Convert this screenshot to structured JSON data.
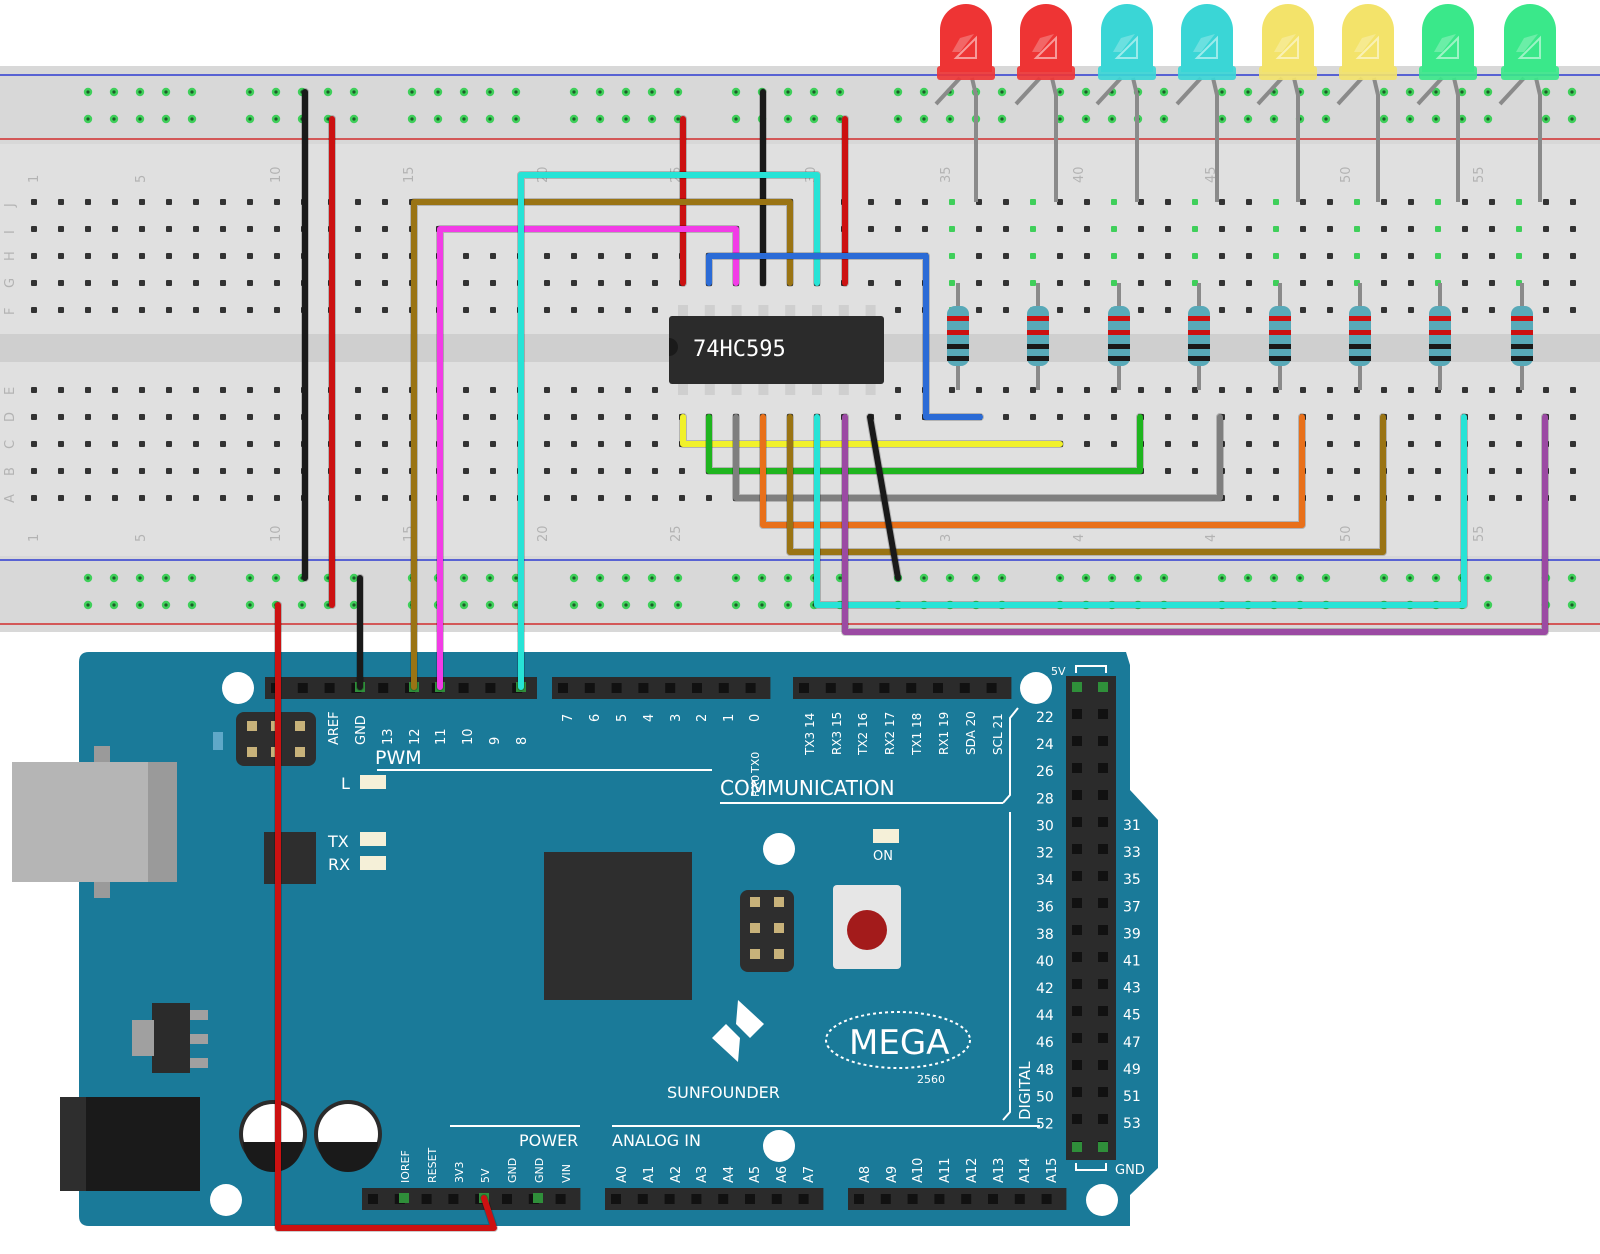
{
  "breadboard": {
    "col_labels": [
      "1",
      "5",
      "10",
      "15",
      "20",
      "25",
      "30",
      "35",
      "40",
      "45",
      "50",
      "55"
    ],
    "col_labels_bottom": [
      "1",
      "5",
      "10",
      "15",
      "20",
      "25",
      "3",
      "4",
      "4",
      "50",
      "55"
    ],
    "row_labels_top": [
      "J",
      "I",
      "H",
      "G",
      "F"
    ],
    "row_labels_bottom": [
      "E",
      "D",
      "C",
      "B",
      "A"
    ]
  },
  "chip": {
    "label": "74HC595"
  },
  "leds": {
    "colors": [
      "#ee3434",
      "#ee3434",
      "#3ad6d6",
      "#3ad6d6",
      "#f3e36a",
      "#f3e36a",
      "#3ae88a",
      "#3ae88a"
    ]
  },
  "wires": {
    "black": "#1a1a1a",
    "red": "#cc1111",
    "brown": "#9a7414",
    "magenta": "#f23ce6",
    "cyan": "#27e3d6",
    "blue": "#2b6bd6",
    "yellow": "#f1f12b",
    "green": "#1fb51f",
    "gray": "#7f7f7f",
    "orange": "#e8701a",
    "purple": "#9b4aa3"
  },
  "board": {
    "color": "#1a7a99",
    "digital_top": [
      "AREF",
      "GND",
      "13",
      "12",
      "11",
      "10",
      "9",
      "8"
    ],
    "digital_mid": [
      "7",
      "6",
      "5",
      "4",
      "3",
      "2",
      "1",
      "0"
    ],
    "comm_pins": [
      "TX3 14",
      "RX3 15",
      "TX2 16",
      "RX2 17",
      "TX1 18",
      "RX1 19",
      "SDA 20",
      "SCL 21"
    ],
    "tx0": "TX0",
    "rx0": "RX0",
    "pwm_label": "PWM",
    "communication_label": "COMMUNICATION",
    "l_label": "L",
    "tx_label": "TX",
    "rx_label": "RX",
    "on_label": "ON",
    "power_label": "POWER",
    "analog_label": "ANALOG IN",
    "power_pins": [
      "IOREF",
      "RESET",
      "3V3",
      "5V",
      "GND",
      "GND",
      "VIN"
    ],
    "analog_left": [
      "A0",
      "A1",
      "A2",
      "A3",
      "A4",
      "A5",
      "A6",
      "A7"
    ],
    "analog_right": [
      "A8",
      "A9",
      "A10",
      "A11",
      "A12",
      "A13",
      "A14",
      "A15"
    ],
    "right_left_col": [
      "22",
      "24",
      "26",
      "28",
      "30",
      "32",
      "34",
      "36",
      "38",
      "40",
      "42",
      "44",
      "46",
      "48",
      "50",
      "52"
    ],
    "right_right_col": [
      "31",
      "33",
      "35",
      "37",
      "39",
      "41",
      "43",
      "45",
      "47",
      "49",
      "51",
      "53"
    ],
    "label_5v": "5V",
    "label_gnd": "GND",
    "digital_label": "DIGITAL",
    "brand": "SUNFOUNDER",
    "model": "MEGA",
    "model_sub": "2560"
  }
}
